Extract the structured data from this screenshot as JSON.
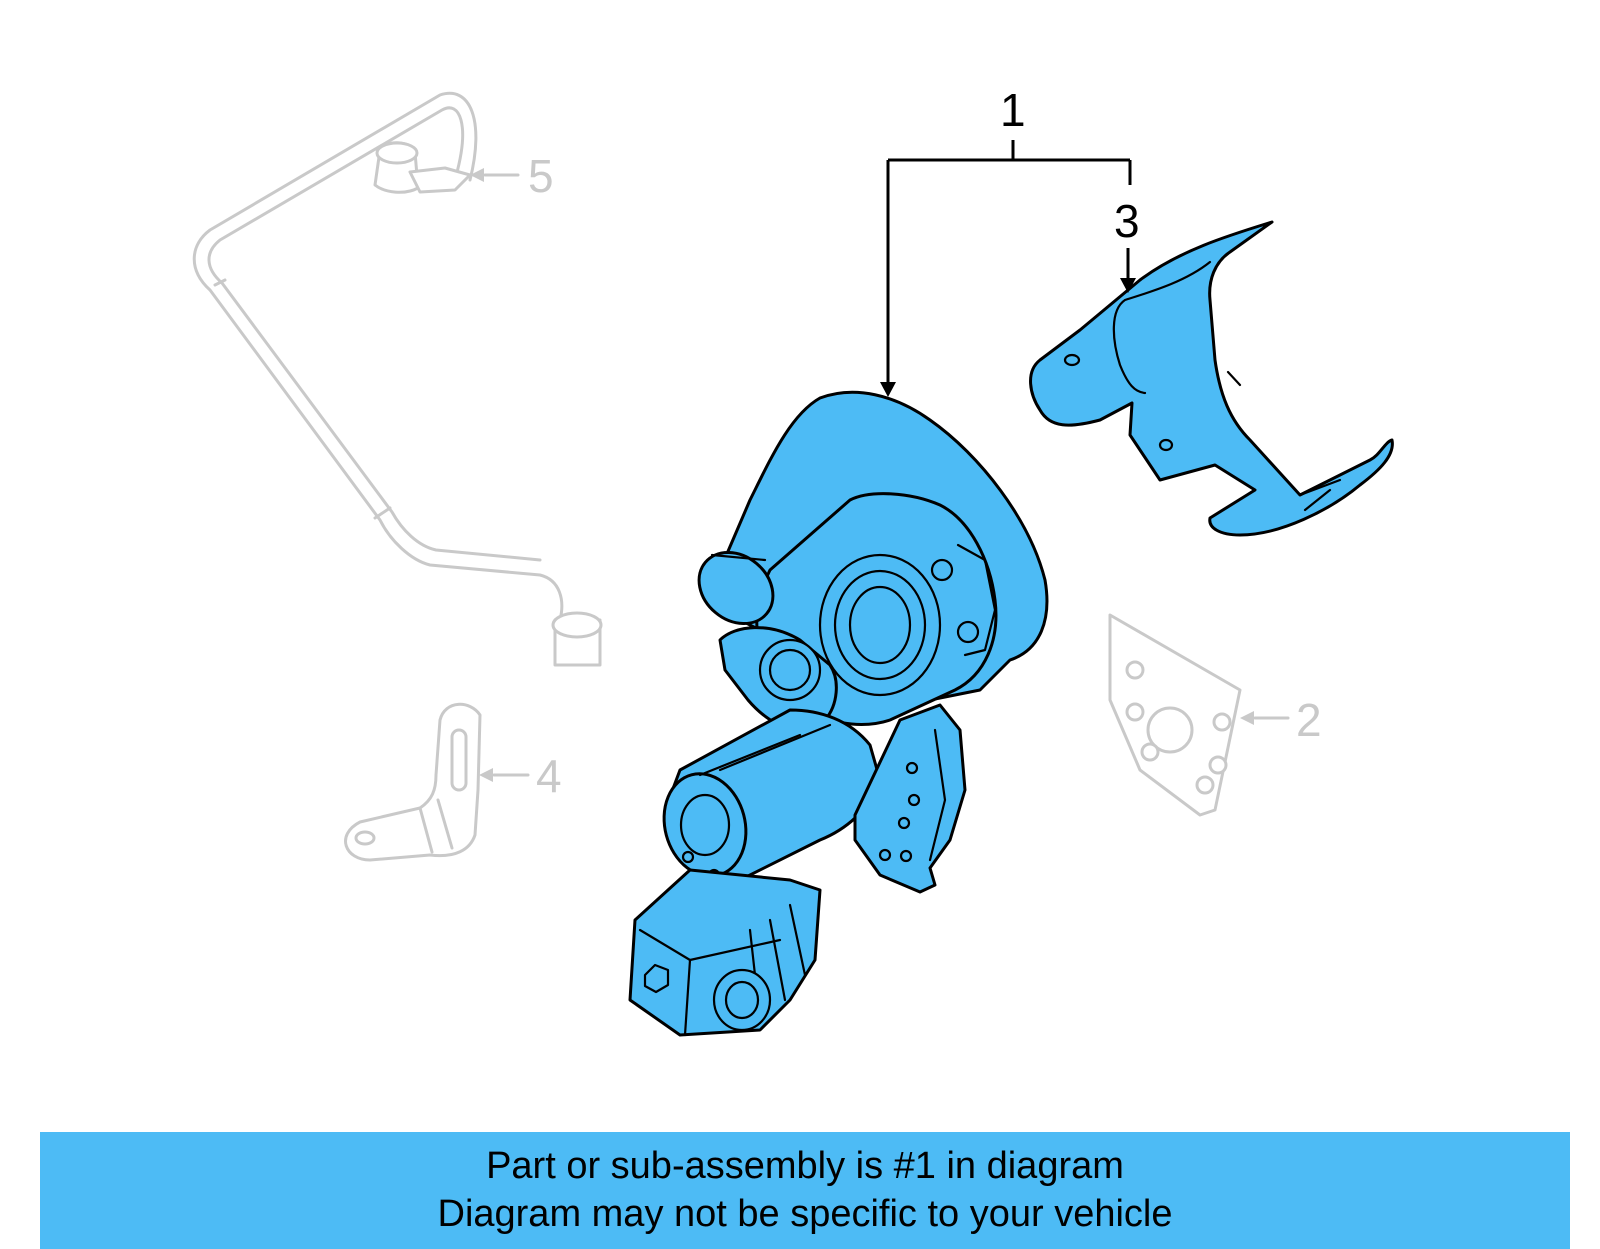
{
  "callouts": {
    "c1": "1",
    "c2": "2",
    "c3": "3",
    "c4": "4",
    "c5": "5"
  },
  "banner": {
    "line1": "Part or sub-assembly is #1 in diagram",
    "line2": "Diagram may not be specific to your vehicle"
  },
  "colors": {
    "highlight": "#4dbbf5",
    "faded": "#c9c9c9",
    "outline": "#000000"
  }
}
